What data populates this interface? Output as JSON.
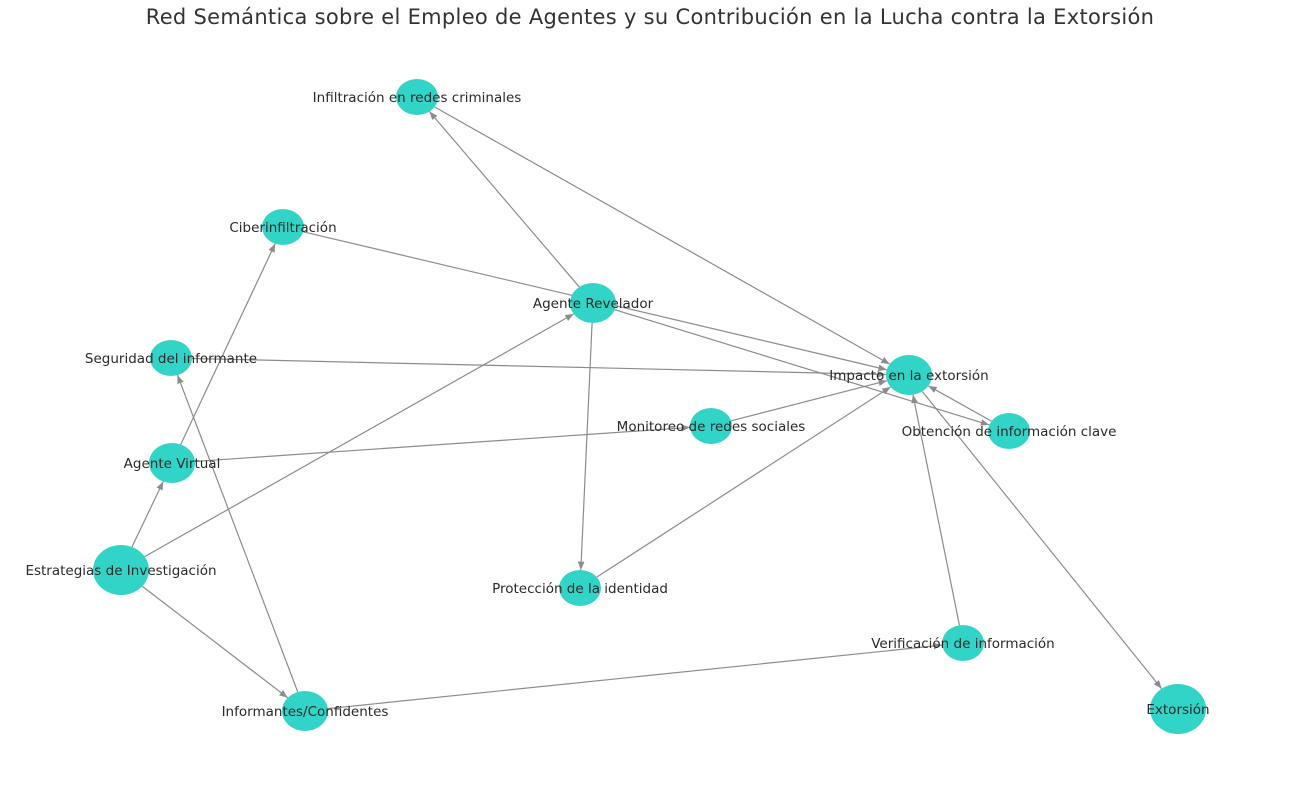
{
  "title": "Red Semántica sobre el Empleo de Agentes y su Contribución en la Lucha contra la Extorsión",
  "node_color": "#33d4c8",
  "edge_color": "#8c8c8c",
  "nodes": [
    {
      "id": "infiltracion",
      "label": "Infiltración en redes criminales",
      "size": "small"
    },
    {
      "id": "ciber",
      "label": "Ciberinfiltración",
      "size": "small"
    },
    {
      "id": "revelador",
      "label": "Agente Revelador",
      "size": "medium"
    },
    {
      "id": "seguridad",
      "label": "Seguridad del informante",
      "size": "small"
    },
    {
      "id": "impacto",
      "label": "Impacto en la extorsión",
      "size": "medium"
    },
    {
      "id": "monitoreo",
      "label": "Monitoreo de redes sociales",
      "size": "small"
    },
    {
      "id": "obtencion",
      "label": "Obtención de información clave",
      "size": "small"
    },
    {
      "id": "virtual",
      "label": "Agente Virtual",
      "size": "medium"
    },
    {
      "id": "estrategias",
      "label": "Estrategias de Investigación",
      "size": "large"
    },
    {
      "id": "proteccion",
      "label": "Protección de la identidad",
      "size": "small"
    },
    {
      "id": "verificacion",
      "label": "Verificación de información",
      "size": "small"
    },
    {
      "id": "informantes",
      "label": "Informantes/Confidentes",
      "size": "medium"
    },
    {
      "id": "extorsion",
      "label": "Extorsión",
      "size": "large"
    }
  ],
  "edges": [
    [
      "estrategias",
      "virtual"
    ],
    [
      "estrategias",
      "revelador"
    ],
    [
      "estrategias",
      "informantes"
    ],
    [
      "virtual",
      "ciber"
    ],
    [
      "virtual",
      "monitoreo"
    ],
    [
      "informantes",
      "seguridad"
    ],
    [
      "informantes",
      "verificacion"
    ],
    [
      "revelador",
      "infiltracion"
    ],
    [
      "revelador",
      "proteccion"
    ],
    [
      "revelador",
      "obtencion"
    ],
    [
      "ciber",
      "impacto"
    ],
    [
      "infiltracion",
      "impacto"
    ],
    [
      "seguridad",
      "impacto"
    ],
    [
      "monitoreo",
      "impacto"
    ],
    [
      "proteccion",
      "impacto"
    ],
    [
      "verificacion",
      "impacto"
    ],
    [
      "obtencion",
      "impacto"
    ],
    [
      "impacto",
      "extorsion"
    ]
  ]
}
